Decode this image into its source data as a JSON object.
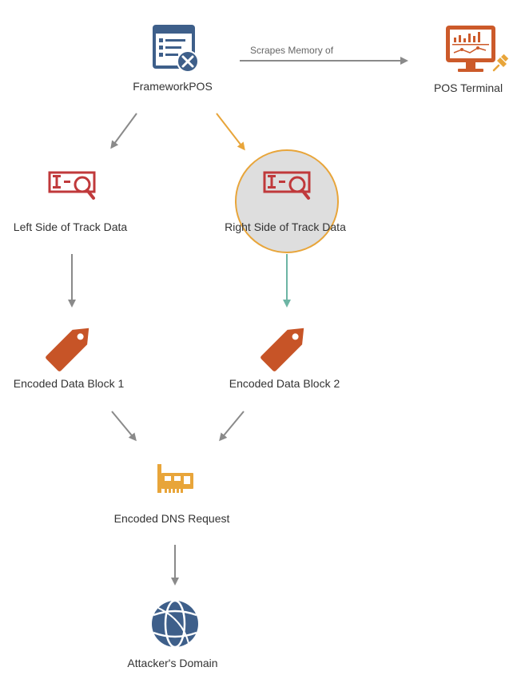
{
  "colors": {
    "edge": "#8a8a8a",
    "highlight_edge": "#e8a53a",
    "teal_edge": "#6db5a4",
    "framework_icon": "#3e5f8a",
    "terminal_icon": "#cc5a2a",
    "pin": "#e8a53a",
    "track_icon": "#c0393b",
    "tag_icon": "#c75427",
    "card_icon": "#e8a53a",
    "globe_icon": "#3e5f8a",
    "highlight_fill": "#dedede",
    "highlight_stroke": "#e8a53a"
  },
  "nodes": {
    "framework": {
      "label": "FrameworkPOS",
      "icon": "checklist-x-icon"
    },
    "terminal": {
      "label": "POS Terminal",
      "icon": "monitor-chart-icon"
    },
    "left_track": {
      "label": "Left Side of Track Data",
      "icon": "track-search-icon"
    },
    "right_track": {
      "label": "Right Side of Track Data",
      "icon": "track-search-icon"
    },
    "block1": {
      "label": "Encoded Data Block 1",
      "icon": "tag-icon"
    },
    "block2": {
      "label": "Encoded Data Block 2",
      "icon": "tag-icon"
    },
    "dns": {
      "label": "Encoded DNS Request",
      "icon": "network-card-icon"
    },
    "domain": {
      "label": "Attacker's Domain",
      "icon": "globe-icon"
    }
  },
  "edges": {
    "scrape_label": "Scrapes Memory of"
  }
}
